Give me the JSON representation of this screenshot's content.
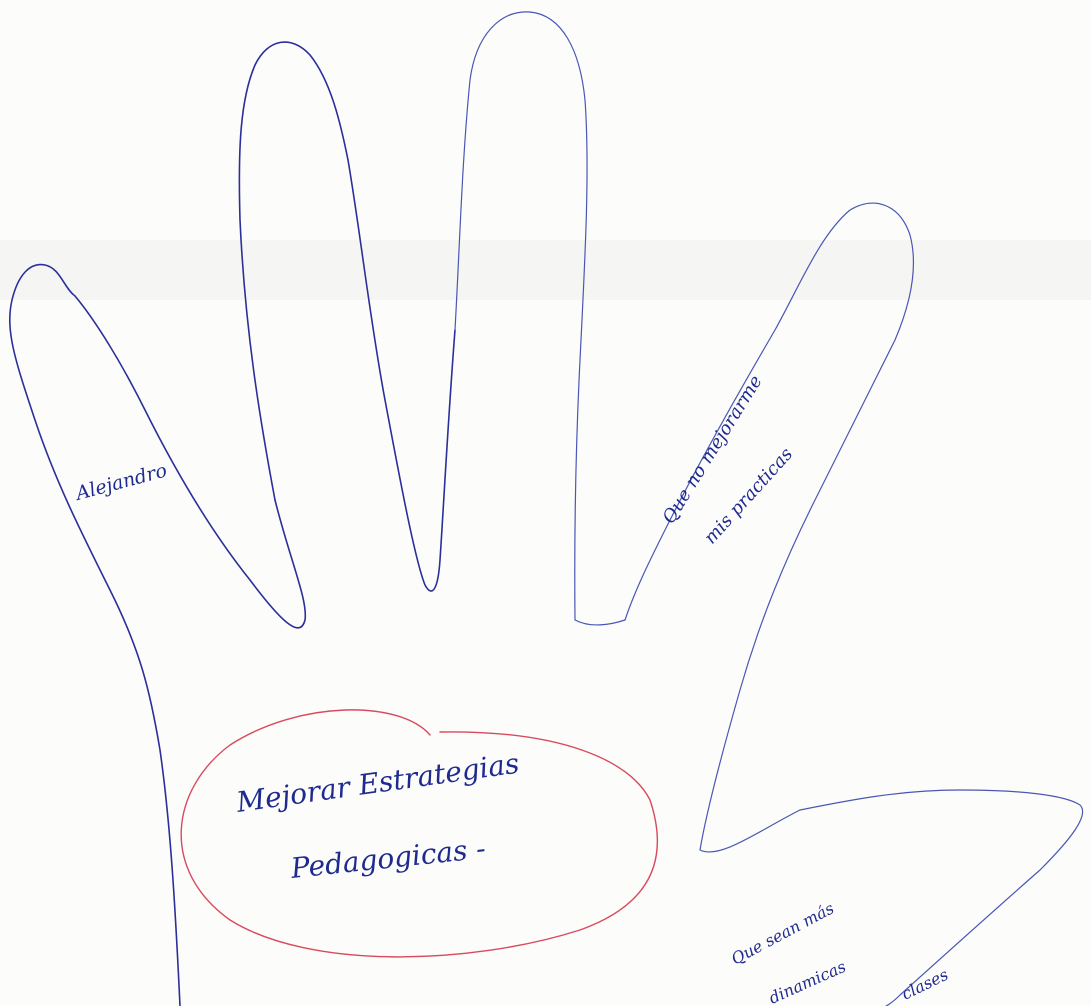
{
  "notes": {
    "thumb_name": "Alejandro",
    "ring_finger_line1": "Que no mejorarme",
    "ring_finger_line2": "mis practicas",
    "palm_line1": "Mejorar Estrategias",
    "palm_line2": "Pedagogicas -",
    "pinky_line1": "Que sean más",
    "pinky_line2": "dinamicas",
    "pinky_line3": "clases"
  },
  "colors": {
    "pen_blue": "#2b2f9a",
    "pen_red": "#d94a5e",
    "paper": "#fcfcfb"
  }
}
